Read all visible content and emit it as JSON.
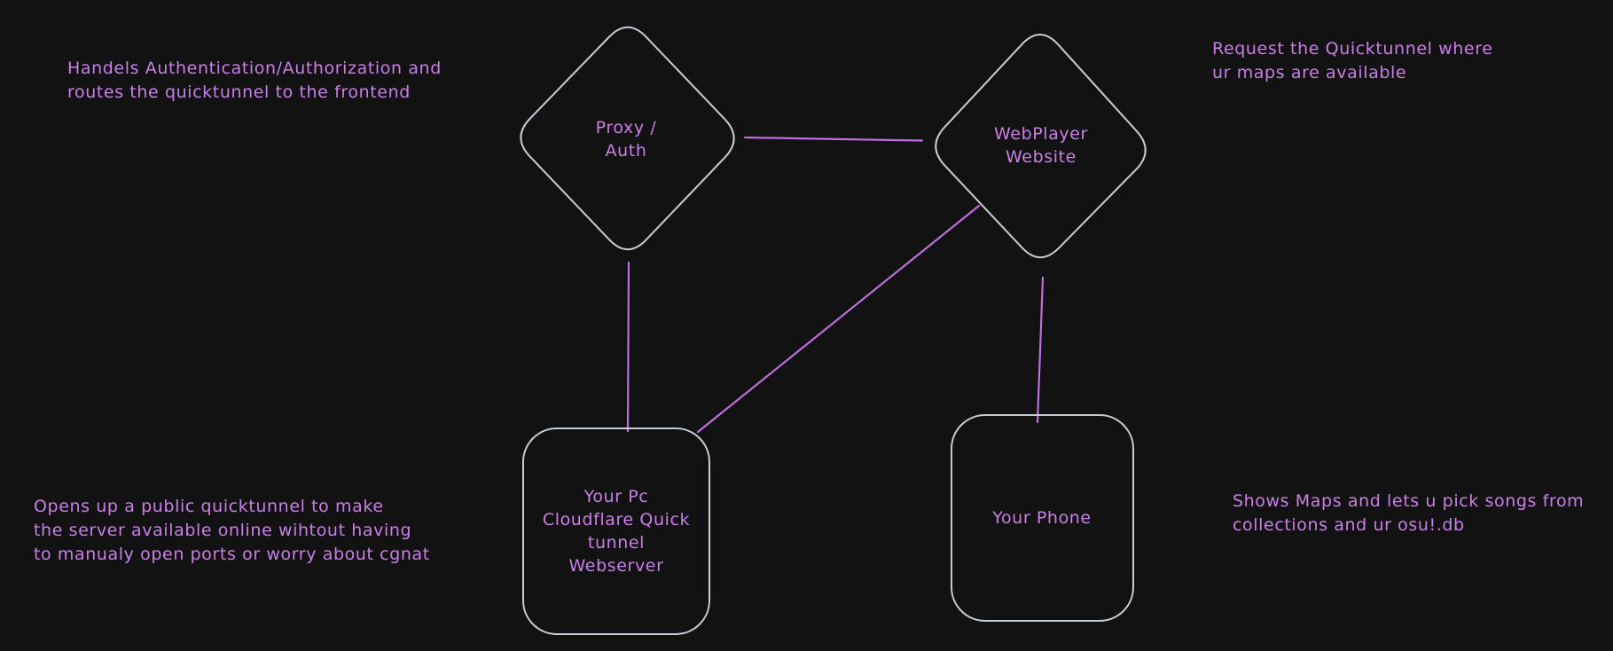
{
  "palette": {
    "bg": "#121212",
    "stroke_gray": "#c7cdd4",
    "text_purple": "#cb7fe8",
    "edge_purple": "#bd6fdd"
  },
  "nodes": [
    {
      "id": "proxy-auth",
      "shape": "diamond",
      "label": "Proxy /\nAuth"
    },
    {
      "id": "webplayer-website",
      "shape": "diamond",
      "label": "WebPlayer\nWebsite"
    },
    {
      "id": "your-pc",
      "shape": "rounded-rect",
      "label": "Your Pc\nCloudflare Quick\ntunnel\nWebserver"
    },
    {
      "id": "your-phone",
      "shape": "rounded-rect",
      "label": "Your Phone"
    }
  ],
  "annotations": [
    {
      "id": "top-left",
      "text": "Handels Authentication/Authorization and\nroutes the quicktunnel to the frontend"
    },
    {
      "id": "top-right",
      "text": "Request the Quicktunnel where\nur maps are available"
    },
    {
      "id": "bottom-left",
      "text": "Opens up a public quicktunnel to make\nthe server available online wihtout having\nto manualy open ports or worry about cgnat"
    },
    {
      "id": "bottom-right",
      "text": "Shows Maps and lets u pick songs from\ncollections and ur osu!.db"
    }
  ],
  "edges": [
    {
      "id": "proxy-to-webplayer",
      "from": "proxy-auth",
      "to": "webplayer-website"
    },
    {
      "id": "proxy-to-your-pc",
      "from": "proxy-auth",
      "to": "your-pc"
    },
    {
      "id": "webplayer-to-your-pc",
      "from": "webplayer-website",
      "to": "your-pc"
    },
    {
      "id": "webplayer-to-your-phone",
      "from": "webplayer-website",
      "to": "your-phone"
    }
  ]
}
